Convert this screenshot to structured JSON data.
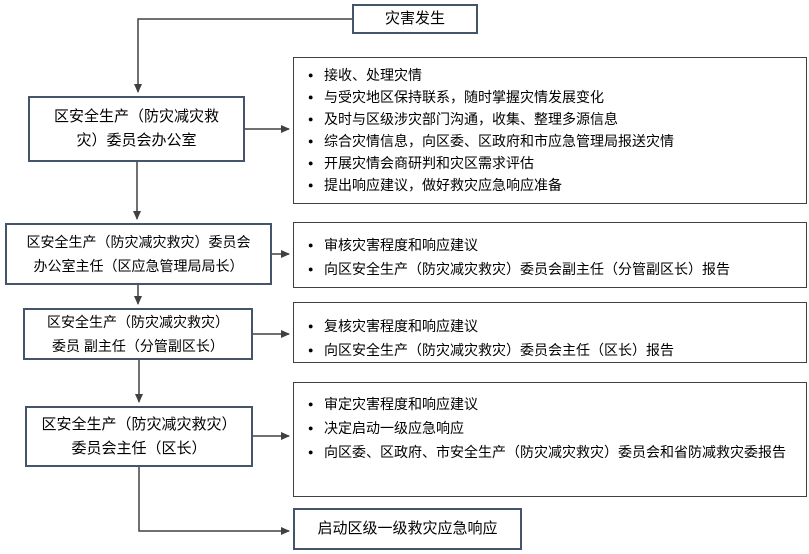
{
  "colors": {
    "node_border": "#44546A",
    "panel_border": "#404040",
    "connector": "#404040",
    "text": "#000000",
    "background": "#ffffff"
  },
  "flow": {
    "start_label": "灾害发生",
    "end_label": "启动区级一级救灾应急响应",
    "steps": [
      {
        "actor": "区安全生产（防灾减灾救\n灾）委员会办公室",
        "tasks": [
          "接收、处理灾情",
          "与受灾地区保持联系，随时掌握灾情发展变化",
          "及时与区级涉灾部门沟通，收集、整理多源信息",
          "综合灾情信息，向区委、区政府和市应急管理局报送灾情",
          "开展灾情会商研判和灾区需求评估",
          "提出响应建议，做好救灾应急响应准备"
        ]
      },
      {
        "actor": "区安全生产（防灾减灾救灾）委员会\n办公室主任（区应急管理局局长）",
        "tasks": [
          "审核灾害程度和响应建议",
          "向区安全生产（防灾减灾救灾）委员会副主任（分管副区长）报告"
        ]
      },
      {
        "actor": "区安全生产（防灾减灾救灾）\n委员 副主任（分管副区长）",
        "tasks": [
          "复核灾害程度和响应建议",
          "向区安全生产（防灾减灾救灾）委员会主任（区长）报告"
        ]
      },
      {
        "actor": "区安全生产（防灾减灾救灾）\n委员会主任（区长）",
        "tasks": [
          "审定灾害程度和响应建议",
          "决定启动一级应急响应",
          "向区委、区政府、市安全生产（防灾减灾救灾）委员会和省防减救灾委报告"
        ]
      }
    ]
  }
}
